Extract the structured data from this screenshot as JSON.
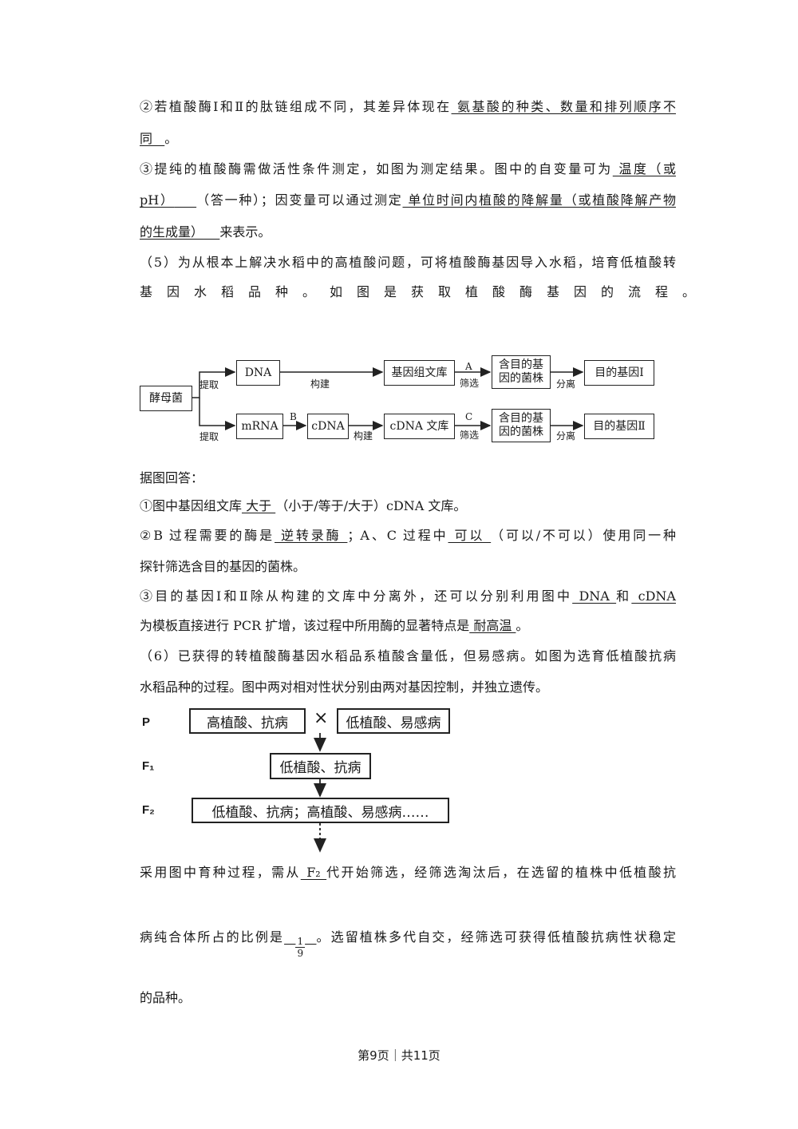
{
  "q2": {
    "part1": "②若植酸酶Ⅰ和Ⅱ的肽链组成不同，其差异体现在",
    "ans1a": "  氨基酸的种类、数量和排列顺序不",
    "ans1b": "同",
    "tail1": "。"
  },
  "q3": {
    "part1": "③提纯的植酸酶需做活性条件测定，如图为测定结果。图中的自变量可为",
    "ans1a": "  温度（或",
    "ans1b": "pH）",
    "mid": "（答一种）；因变量可以通过测定",
    "ans2a": "  单位时间内植酸的降解量（或植酸降解产物",
    "ans2b": "的生成量）",
    "tail": "来表示。"
  },
  "q5": {
    "line1": "（5）为从根本上解决水稻中的高植酸问题，可将植酸酶基因导入水稻，培育低植酸转",
    "line2": "基因水稻品种。如图是获取植酸酶基因的流程。"
  },
  "flow1": {
    "yeast": "酵母菌",
    "extract_top": "提取",
    "extract_bottom": "提取",
    "dna": "DNA",
    "build_top": "构建",
    "genomic_lib": "基因组文库",
    "label_a": "A",
    "screen_a": "筛选",
    "colony_top_1": "含目的基",
    "colony_top_2": "因的菌株",
    "separate_top": "分离",
    "gene1": "目的基因Ⅰ",
    "mrna": "mRNA",
    "label_b": "B",
    "cdna": "cDNA",
    "build_bottom": "构建",
    "cdna_lib": "cDNA 文库",
    "label_c": "C",
    "screen_c": "筛选",
    "colony_bot_1": "含目的基",
    "colony_bot_2": "因的菌株",
    "separate_bottom": "分离",
    "gene2": "目的基因Ⅱ"
  },
  "answers": {
    "intro": "据图回答：",
    "a1_pre": "①图中基因组文库",
    "a1_ans": "  大于  ",
    "a1_post": "（小于/等于/大于）cDNA 文库。",
    "a2_pre": "②B 过程需要的酶是",
    "a2_ans": "  逆转录酶  ",
    "a2_mid": "；A、C 过程中",
    "a2_ans2": "  可以  ",
    "a2_post": "（可以/不可以）使用同一种",
    "a2_line2": "探针筛选含目的基因的菌株。",
    "a3_pre": "③目的基因Ⅰ和Ⅱ除从构建的文库中分离外，还可以分别利用图中",
    "a3_ans1": "  DNA  ",
    "a3_mid": "和",
    "a3_ans2": "  cDNA",
    "a3_line2_pre": "为模板直接进行 PCR 扩增，该过程中所用酶的显著特点是",
    "a3_ans3": "  耐高温  ",
    "a3_tail": "。"
  },
  "q6": {
    "line1": "（6）已获得的转植酸酶基因水稻品系植酸含量低，但易感病。如图为选育低植酸抗病",
    "line2": "水稻品种的过程。图中两对相对性状分别由两对基因控制，并独立遗传。"
  },
  "flow2": {
    "gen_p": "P",
    "gen_f1": "F₁",
    "gen_f2": "F₂",
    "parent1": "高植酸、抗病",
    "cross": "×",
    "parent2": "低植酸、易感病",
    "f1": "低植酸、抗病",
    "f2": "低植酸、抗病；高植酸、易感病……"
  },
  "q6ans": {
    "l1_pre": "采用图中育种过程，需从",
    "l1_ans": "  F₂  ",
    "l1_post": "代开始筛选，经筛选淘汰后，在选留的植株中低植酸抗",
    "l2_pre": "病纯合体所占的比例是",
    "frac_num": "1",
    "frac_den": "9",
    "l2_post": "。选留植株多代自交，经筛选可获得低植酸抗病性状稳定",
    "l3": "的品种。"
  },
  "footer": "第9页｜共11页"
}
